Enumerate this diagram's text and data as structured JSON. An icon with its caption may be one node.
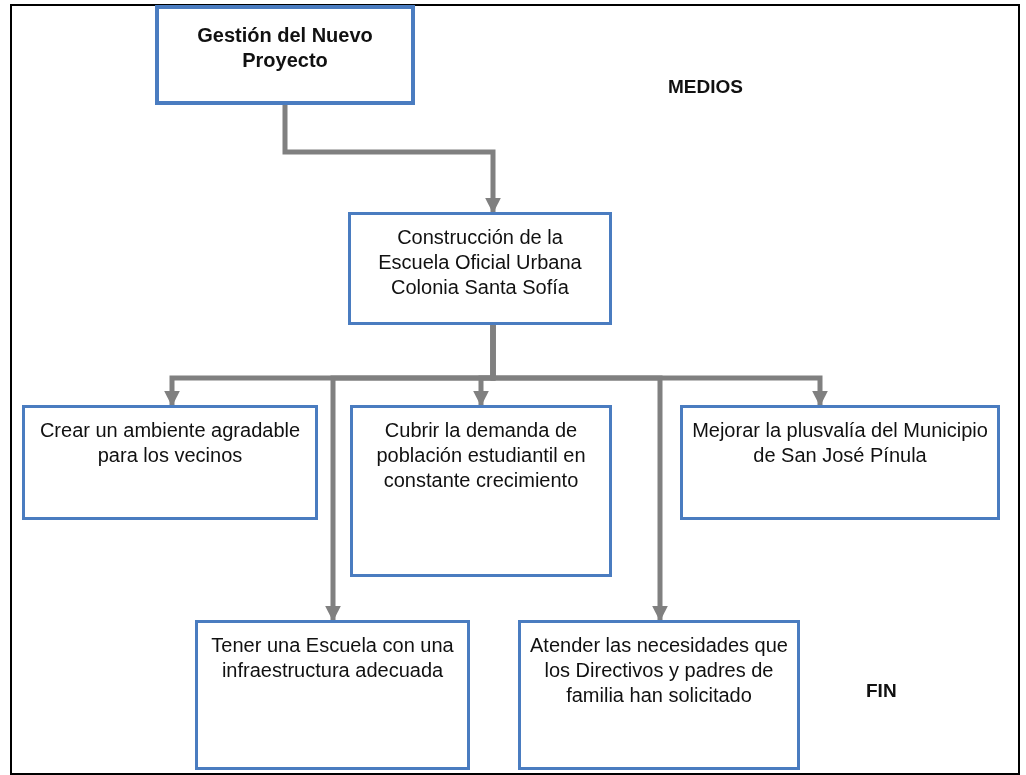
{
  "diagram": {
    "nodes": [
      {
        "text": [
          "Gestión del Nuevo Proyecto"
        ]
      },
      {
        "text": [
          "Construcción de la Escuela Oficial Urbana Colonia Santa Sofía"
        ]
      },
      {
        "text": [
          "Crear un ambiente agradable para los vecinos"
        ]
      },
      {
        "text": [
          "Cubrir la demanda de población estudiantil en constante crecimiento"
        ]
      },
      {
        "text": [
          "Mejorar la plusvalía del Municipio de San José Pínula"
        ]
      },
      {
        "text": [
          "Tener una Escuela con una infraestructura adecuada"
        ]
      },
      {
        "text": [
          "Atender las necesidades que los Directivos y padres de familia han solicitado"
        ]
      }
    ],
    "edges": [
      {
        "from": 0,
        "to": 1,
        "arrow": "to"
      },
      {
        "from": 1,
        "to": 2,
        "arrow": "to"
      },
      {
        "from": 1,
        "to": 3,
        "arrow": "to"
      },
      {
        "from": 1,
        "to": 4,
        "arrow": "to"
      },
      {
        "from": 1,
        "to": 5,
        "arrow": "to"
      },
      {
        "from": 1,
        "to": 6,
        "arrow": "to"
      }
    ],
    "labels": [
      "MEDIOS",
      "FIN"
    ]
  }
}
